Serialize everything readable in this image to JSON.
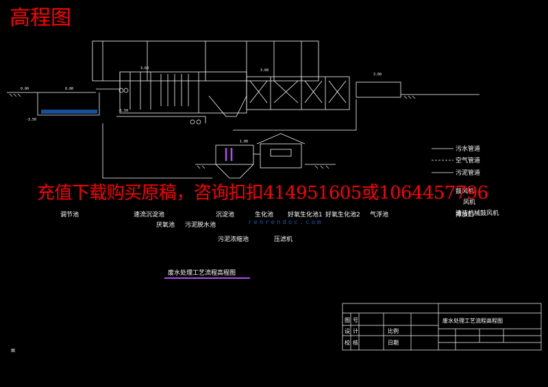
{
  "page_title": "高程图",
  "watermark": {
    "text": "充值下载购买原稿，咨询扣扣414951605或1064457796",
    "site": "renrendoc.com"
  },
  "elevations": [
    "0.00",
    "0.00",
    "-1.50",
    "-3.50",
    "3.60",
    "3.60",
    "1.00",
    "3.60"
  ],
  "process_labels": {
    "row1": [
      "调节池",
      "速流沉淀池",
      "沉淀池",
      "生化池",
      "好氧生化池1",
      "好氧生化池2",
      "气浮池",
      "排放口"
    ],
    "row2": [
      "厌氧池",
      "污泥脱水池"
    ],
    "row3": [
      "污泥浓缩池",
      "压滤机"
    ]
  },
  "legend": {
    "items": [
      "污水管道",
      "空气管道",
      "污泥管道",
      "鼓风机",
      "风机",
      "清洁机械鼓风机"
    ]
  },
  "drawing_title": "废水处理工艺流程高程图",
  "title_block": {
    "drawing_name": "废水处理工艺流程高程图",
    "cells": [
      "图",
      "号",
      "设",
      "计",
      "校",
      "核",
      "比例",
      "日期"
    ]
  },
  "corner_mark": "图",
  "colors": {
    "background": "#000000",
    "lines": "#ffffff",
    "title": "#ff0000",
    "accent": "#b44cf0",
    "water": "#1a5aa8"
  }
}
